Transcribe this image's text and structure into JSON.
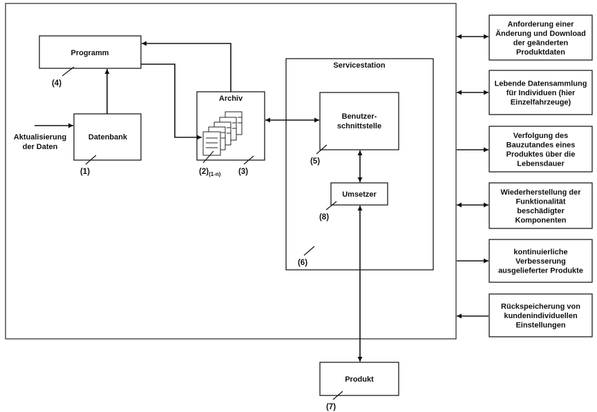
{
  "diagram": {
    "nodes": {
      "programm": {
        "label": "Programm",
        "ref": "(4)"
      },
      "datenbank": {
        "label": "Datenbank",
        "ref": "(1)"
      },
      "archiv": {
        "label": "Archiv",
        "ref": "(3)",
        "documents_ref": "(2)",
        "documents_ref_sub": "(1-n)"
      },
      "servicestation": {
        "label": "Servicestation",
        "ref": "(6)"
      },
      "benutzerschnittstelle": {
        "label_lines": [
          "Benutzer-",
          "schnittstelle"
        ],
        "ref": "(5)"
      },
      "umsetzer": {
        "label": "Umsetzer",
        "ref": "(8)"
      },
      "produkt": {
        "label": "Produkt",
        "ref": "(7)"
      }
    },
    "input": {
      "label_lines": [
        "Aktualisierung",
        "der Daten"
      ]
    },
    "functions": [
      {
        "lines": [
          "Anforderung einer",
          "Änderung und Download",
          "der geänderten",
          "Produktdaten"
        ],
        "arrow": "both"
      },
      {
        "lines": [
          "Lebende Datensammlung",
          "für Individuen (hier",
          "Einzelfahrzeuge)"
        ],
        "arrow": "both"
      },
      {
        "lines": [
          "Verfolgung des",
          "Bauzutandes eines",
          "Produktes über die",
          "Lebensdauer"
        ],
        "arrow": "to-function"
      },
      {
        "lines": [
          "Wiederherstellung der",
          "Funktionalität",
          "beschädigter",
          "Komponenten"
        ],
        "arrow": "both"
      },
      {
        "lines": [
          "kontinuierliche",
          "Verbesserung",
          "ausgelieferter Produkte"
        ],
        "arrow": "to-function"
      },
      {
        "lines": [
          "Rückspeicherung von",
          "kundenindividuellen",
          "Einstellungen"
        ],
        "arrow": "to-system"
      }
    ]
  }
}
